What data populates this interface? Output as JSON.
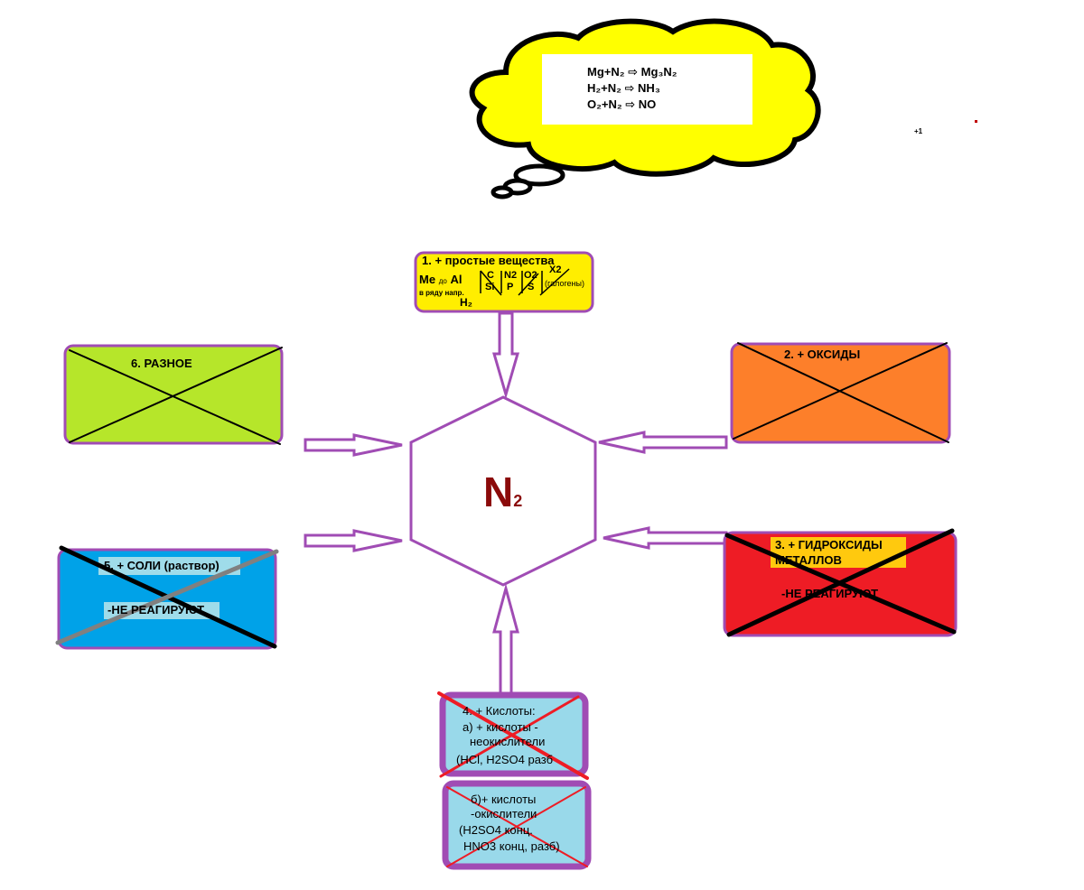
{
  "thought_bubble": {
    "eq1": "Mg+N₂ ⇨ Mg₃N₂",
    "eq2": "H₂+N₂ ⇨ NH₃",
    "eq3": "O₂+N₂ ⇨ NO",
    "side_mark": "+1"
  },
  "center": {
    "formula": "N",
    "sub": "2"
  },
  "box1": {
    "title": "1. + простые вещества",
    "me": "Me",
    "do": "до",
    "al": "Al",
    "row_note": "в ряду напр.",
    "h2": "H₂",
    "c": "C",
    "si": "Si",
    "n2": "N2",
    "p": "P",
    "o2": "O2",
    "s": "S",
    "x2": "X2",
    "halogens": "(галогены)"
  },
  "box2": {
    "title": "2. + ОКСИДЫ"
  },
  "box3": {
    "title_line1": "3. + ГИДРОКСИДЫ",
    "title_line2": "МЕТАЛЛОВ",
    "note": "-НЕ РЕАГИРУЮТ"
  },
  "box4a": {
    "line1": "4. + Кислоты:",
    "line2": "а) + кислоты -",
    "line3": "неокислители",
    "line4": "(HCl,  H2SO4 разб"
  },
  "box4b": {
    "line1": "б)+ кислоты",
    "line2": "-окислители",
    "line3": "(H2SO4 конц.",
    "line4": "HNO3 конц, разб)"
  },
  "box5": {
    "title": "5. + СОЛИ (раствор)",
    "note": "-НЕ РЕАГИРУЮТ"
  },
  "box6": {
    "title": "6. РАЗНОЕ"
  },
  "colors": {
    "frame": "#a04cb4",
    "yellow": "#ffee00",
    "orange": "#fd7f2a",
    "red": "#ee1c25",
    "green": "#b6e62a",
    "blue": "#00a2e8",
    "lightblue": "#99d9ea",
    "dark_red": "#8b0a0a"
  }
}
